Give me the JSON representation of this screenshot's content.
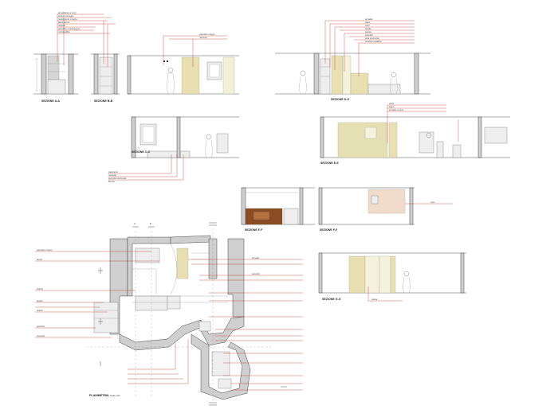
{
  "sections": {
    "aa": "SEZIONE A-A",
    "bb": "SEZIONE B-B",
    "cc": "SEZIONE C-C",
    "dd": "SEZIONE D-D",
    "ee": "SEZIONE E-E",
    "ff": "SEZIONE F-F",
    "gg": "SEZIONE G-G"
  },
  "plan": {
    "title": "PLANIMETRIA",
    "scale": "Scala 1:50"
  },
  "markers": {
    "a": "A",
    "b": "B"
  },
  "notes": {
    "n1": "armadiatura a muro",
    "n2": "struttura in legno",
    "n3": "rivestimento in legno",
    "n4": "piano lavoro",
    "n5": "cassetti",
    "n6": "pannello in cartongesso",
    "n7": "controsoffitto",
    "n8": "pannello in legno",
    "n9": "mensole",
    "n10": "armadio",
    "n11": "piano",
    "n12": "vetro",
    "n13": "mobile",
    "n14": "seduta",
    "n15": "pannello",
    "n16": "anta scorrevole",
    "n17": "struttura metallica",
    "n18": "pavimento",
    "n19": "mensola",
    "n20": "pannello scorrevole",
    "n21": "libreria",
    "n22": "porta",
    "n23": "legno",
    "n24": "armadio a muro",
    "n25": "vano",
    "n26": "panca",
    "n27": "pannello in legno",
    "n28": "tavolo",
    "n29": "sedute",
    "n30": "lavabo",
    "n31": "doccia",
    "n32": "specchio",
    "n33": "mensola",
    "n34": "armadio",
    "n35": "pannello"
  }
}
